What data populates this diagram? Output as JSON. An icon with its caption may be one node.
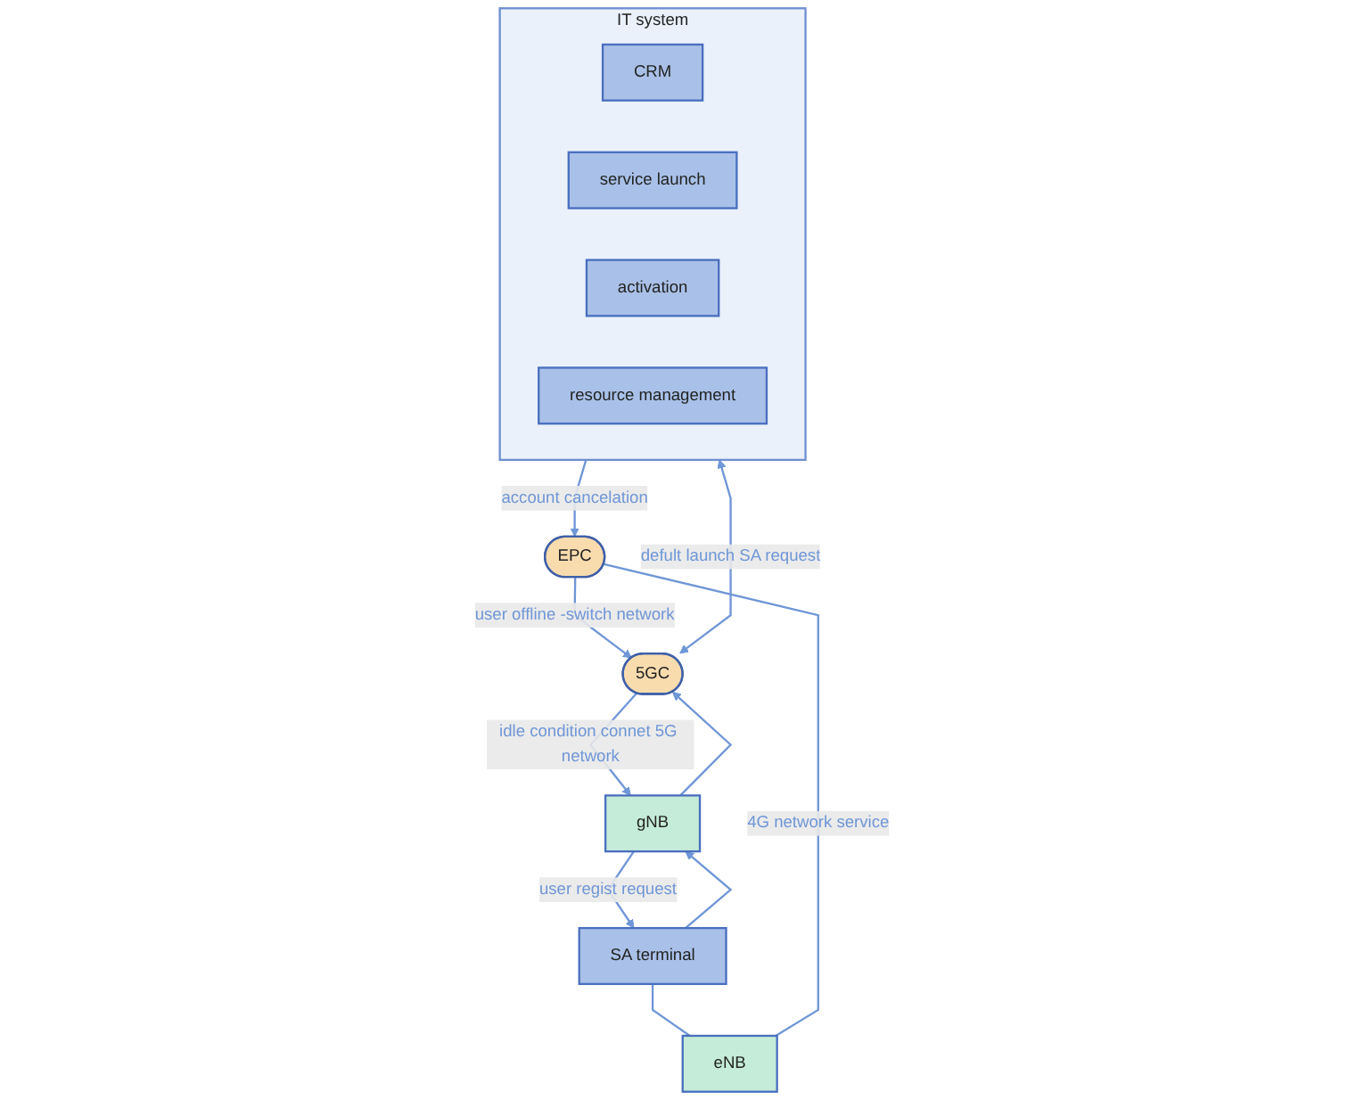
{
  "diagram": {
    "nodes": [
      {
        "text": [
          "SA terminal"
        ]
      },
      {
        "text": [
          "gNB"
        ]
      },
      {
        "text": [
          "eNB"
        ]
      },
      {
        "text": [
          "5GC"
        ]
      },
      {
        "text": [
          "EPC"
        ]
      },
      {
        "text": [
          "IT system"
        ]
      },
      {
        "text": [
          "CRM"
        ],
        "in": 5
      },
      {
        "text": [
          "service launch"
        ],
        "in": 5
      },
      {
        "text": [
          "activation"
        ],
        "in": 5
      },
      {
        "text": [
          "resource management"
        ],
        "in": 5
      }
    ],
    "edges": [
      {
        "from": 1,
        "to": 0,
        "arrow": "to",
        "label": "user regist request"
      },
      {
        "from": 0,
        "to": 1,
        "arrow": "to"
      },
      {
        "from": 0,
        "to": 2,
        "arrow": "none"
      },
      {
        "from": 1,
        "to": 3,
        "arrow": "to"
      },
      {
        "from": 3,
        "to": 1,
        "arrow": "to",
        "label": "idle condition connet 5G network"
      },
      {
        "from": 2,
        "to": 4,
        "arrow": "none",
        "label": "4G network service"
      },
      {
        "from": 4,
        "to": 3,
        "arrow": "to",
        "label": "user offline -switch network"
      },
      {
        "from": 3,
        "to": 5,
        "arrow": "both",
        "label": "defult launch SA request"
      },
      {
        "from": 5,
        "to": 4,
        "arrow": "to",
        "label": "account cancelation"
      }
    ]
  }
}
